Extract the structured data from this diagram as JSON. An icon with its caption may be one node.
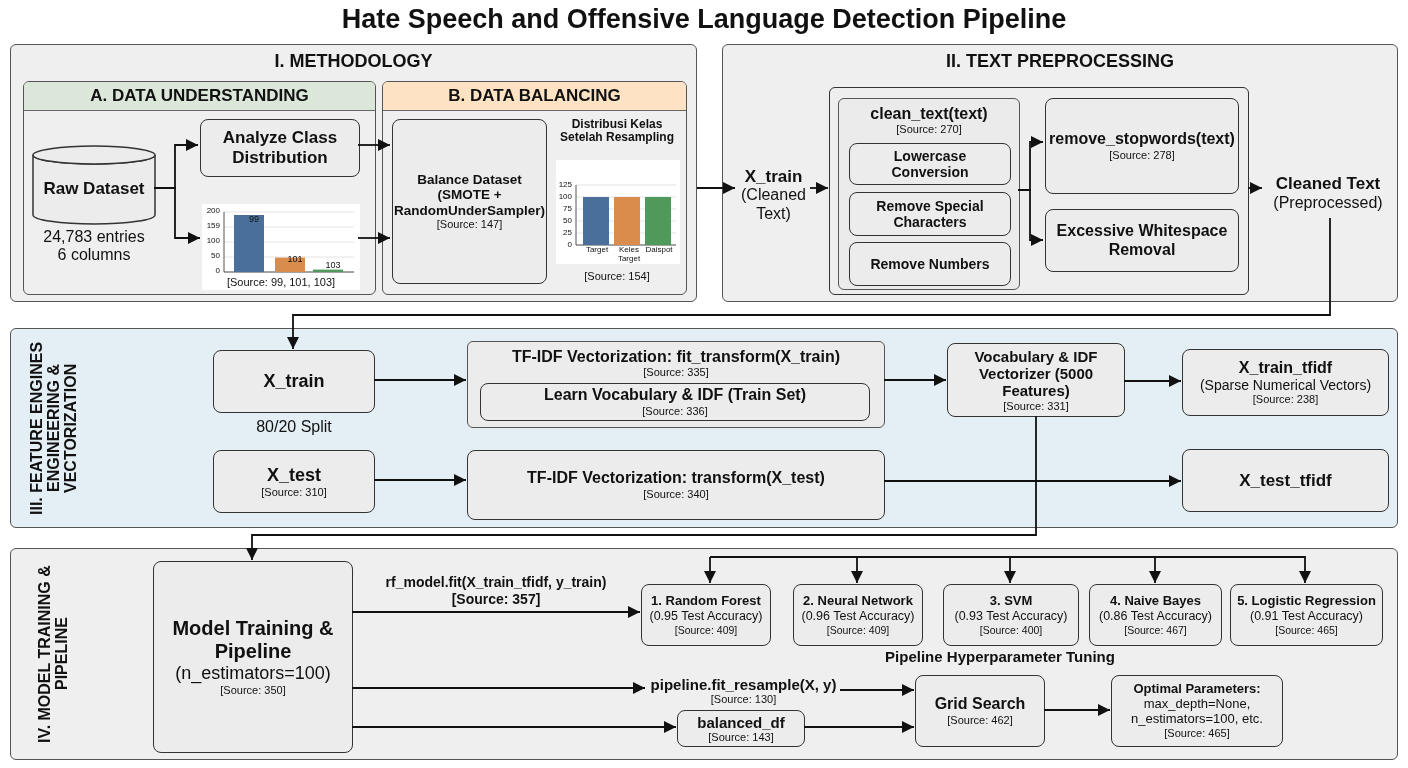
{
  "diagram": {
    "title": "Hate Speech and Offensive Language Detection Pipeline",
    "nodes": [
      {
        "text": [
          "I. METHODOLOGY"
        ]
      },
      {
        "text": [
          "A. DATA UNDERSTANDING"
        ],
        "in": 0
      },
      {
        "text": [
          "Raw Dataset"
        ],
        "beside": [
          "24,783 entries 6 columns"
        ],
        "in": 1
      },
      {
        "text": [
          "Analyze Class Distribution"
        ],
        "in": 1
      },
      {
        "text": [
          "200",
          "159",
          "100",
          "50",
          "0",
          "99",
          "101",
          "103",
          "[Source: 99, 101, 103]"
        ],
        "in": 1
      },
      {
        "text": [
          "B. DATA BALANCING"
        ],
        "in": 0
      },
      {
        "text": [
          "Balance Dataset (SMOTE + RandomUnderSampler)",
          "[Source: 147]"
        ],
        "in": 5
      },
      {
        "text": [
          "Distribusi Kelas Setelah Resampling",
          "125",
          "100",
          "75",
          "50",
          "25",
          "0",
          "Target",
          "Keles Target",
          "Daispot",
          "[Source: 154]"
        ],
        "in": 5
      },
      {
        "text": [
          "II. TEXT PREPROCESSING"
        ]
      },
      {
        "text": [
          "X_train",
          "(Cleaned Text)"
        ],
        "in": 8
      },
      {
        "text": [],
        "shape": "box",
        "in": 8
      },
      {
        "text": [
          "clean_text(text)",
          "[Source: 270]"
        ],
        "in": 10
      },
      {
        "text": [
          "Lowercase Conversion"
        ],
        "in": 11
      },
      {
        "text": [
          "Remove Special Characters"
        ],
        "in": 11
      },
      {
        "text": [
          "Remove Numbers"
        ],
        "in": 11
      },
      {
        "text": [
          "remove_stopwords(text)",
          "[Source: 278]"
        ],
        "in": 10
      },
      {
        "text": [
          "Excessive Whitespace Removal"
        ],
        "in": 10
      },
      {
        "text": [
          "Cleaned Text",
          "(Preprocessed)"
        ],
        "in": 8
      },
      {
        "text": [
          "III. FEATURE ENGINES ENGINEERING & VECTORIZATION"
        ]
      },
      {
        "text": [
          "X_train"
        ],
        "beside": [
          "80/20 Split"
        ],
        "in": 18
      },
      {
        "text": [
          "X_test",
          "[Source: 310]"
        ],
        "in": 18
      },
      {
        "text": [
          "TF-IDF Vectorization: fit_transform(X_train)",
          "[Source: 335]"
        ],
        "in": 18
      },
      {
        "text": [
          "Learn Vocabulary & IDF (Train Set)",
          "[Source: 336]"
        ],
        "in": 21
      },
      {
        "text": [
          "TF-IDF Vectorization: transform(X_test)",
          "[Source: 340]"
        ],
        "in": 18
      },
      {
        "text": [
          "Vocabulary & IDF Vectorizer (5000 Features)",
          "[Source: 331]"
        ],
        "in": 18
      },
      {
        "text": [
          "X_train_tfidf",
          "(Sparse Numerical Vectors)",
          "[Source: 238]"
        ],
        "in": 18
      },
      {
        "text": [
          "X_test_tfidf"
        ],
        "in": 18
      },
      {
        "text": [
          "IV. MODEL TRAINING & PIPELINE"
        ]
      },
      {
        "text": [
          "Model Training & Pipeline",
          "(n_estimators=100)",
          "[Source: 350]"
        ],
        "in": 27
      },
      {
        "text": [
          "1. Random Forest",
          "(0.95 Test Accuracy)",
          "[Source: 409]"
        ],
        "in": 27
      },
      {
        "text": [
          "2. Neural Network",
          "(0.96 Test Accuracy)",
          "[Source: 409]"
        ],
        "in": 27
      },
      {
        "text": [
          "3. SVM",
          "(0.93 Test Accuracy)",
          "[Source: 400]"
        ],
        "in": 27
      },
      {
        "text": [
          "4. Naive Bayes",
          "(0.86 Test Accuracy)",
          "[Source: 467]"
        ],
        "in": 27
      },
      {
        "text": [
          "5. Logistic Regression",
          "(0.91 Test Accuracy)",
          "[Source: 465]"
        ],
        "in": 27
      },
      {
        "text": [
          "pipeline.fit_resample(X, y)",
          "[Source: 130]"
        ],
        "in": 27
      },
      {
        "text": [
          "balanced_df",
          "[Source: 143]"
        ],
        "in": 27
      },
      {
        "text": [
          "Grid Search",
          "[Source: 462]"
        ],
        "in": 27
      },
      {
        "text": [
          "Optimal Parameters:",
          "max_depth=None, n_estimators=100, etc.",
          "[Source: 465]"
        ],
        "in": 27
      }
    ],
    "edges": [
      {
        "from": 2,
        "to": 3,
        "arrow": "to"
      },
      {
        "from": 2,
        "to": 4,
        "arrow": "to"
      },
      {
        "from": 3,
        "to": 6,
        "arrow": "to"
      },
      {
        "from": 4,
        "to": 6,
        "arrow": "to"
      },
      {
        "from": 0,
        "to": 9,
        "arrow": "to"
      },
      {
        "from": 9,
        "to": 10,
        "arrow": "to"
      },
      {
        "from": 11,
        "to": 15,
        "arrow": "to"
      },
      {
        "from": 11,
        "to": 16,
        "arrow": "to"
      },
      {
        "from": 10,
        "to": 17,
        "arrow": "to"
      },
      {
        "from": 17,
        "to": 19,
        "arrow": "to"
      },
      {
        "from": 19,
        "to": 21,
        "arrow": "to"
      },
      {
        "from": 20,
        "to": 23,
        "arrow": "to"
      },
      {
        "from": 21,
        "to": 24,
        "arrow": "to"
      },
      {
        "from": 24,
        "to": 25,
        "arrow": "to"
      },
      {
        "from": 23,
        "to": 26,
        "arrow": "to"
      },
      {
        "from": 24,
        "to": 28,
        "arrow": "to"
      },
      {
        "from": 28,
        "to": 29,
        "arrow": "to",
        "label": "rf_model.fit(X_train_tfidf, y_train) [Source: 357]"
      },
      {
        "from": null,
        "to": 29,
        "arrow": "to"
      },
      {
        "from": null,
        "to": 30,
        "arrow": "to"
      },
      {
        "from": null,
        "to": 31,
        "arrow": "to"
      },
      {
        "from": null,
        "to": 32,
        "arrow": "to"
      },
      {
        "from": null,
        "to": 33,
        "arrow": "to"
      },
      {
        "from": 28,
        "to": 34,
        "arrow": "to"
      },
      {
        "from": 34,
        "to": 36,
        "arrow": "to"
      },
      {
        "from": 28,
        "to": 35,
        "arrow": "to"
      },
      {
        "from": 35,
        "to": 36,
        "arrow": "to"
      },
      {
        "from": 36,
        "to": 37,
        "arrow": "to"
      }
    ],
    "labels": [
      "Pipeline Hyperparameter Tuning"
    ]
  }
}
